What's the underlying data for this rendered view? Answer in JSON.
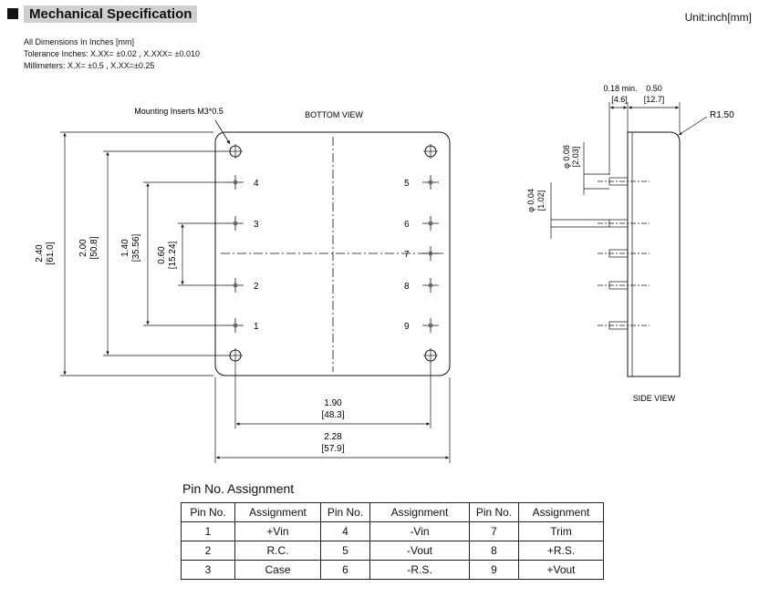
{
  "header": {
    "title": "Mechanical Specification",
    "unit": "Unit:inch[mm]"
  },
  "notes": [
    "All Dimensions In Inches [mm]",
    "Tolerance  Inches: X.XX= ±0.02 , X.XXX= ±0.010",
    "Millimeters: X.X= ±0.5 , X.XX=±0.25"
  ],
  "bottom_view": {
    "title": "BOTTOM VIEW",
    "mounting_label": "Mounting Inserts M3*0.5",
    "pin_labels_left": [
      "4",
      "3",
      "2",
      "1"
    ],
    "pin_labels_right": [
      "5",
      "6",
      "7",
      "8",
      "9"
    ],
    "dims": {
      "h_total": "2.40",
      "h_total_mm": "[61.0]",
      "h_mount": "2.00",
      "h_mount_mm": "[50.8]",
      "h_pin": "1.40",
      "h_pin_mm": "[35.56]",
      "h_inner": "0.60",
      "h_inner_mm": "[15.24]",
      "w_mount": "1.90",
      "w_mount_mm": "[48.3]",
      "w_total": "2.28",
      "w_total_mm": "[57.9]"
    }
  },
  "side_view": {
    "title": "SIDE VIEW",
    "dim_pin_len": "0.18 min.",
    "dim_pin_len_mm": "[4.6]",
    "dim_height": "0.50",
    "dim_height_mm": "[12.7]",
    "radius": "R1.50",
    "dia_large": "φ 0.08",
    "dia_large_mm": "[2.03]",
    "dia_small": "φ 0.04",
    "dia_small_mm": "[1.02]"
  },
  "pin_table": {
    "title": "Pin No.  Assignment",
    "headers": [
      "Pin No.",
      "Assignment",
      "Pin No.",
      "Assignment",
      "Pin No.",
      "Assignment"
    ],
    "rows": [
      [
        "1",
        "+Vin",
        "4",
        "-Vin",
        "7",
        "Trim"
      ],
      [
        "2",
        "R.C.",
        "5",
        "-Vout",
        "8",
        "+R.S."
      ],
      [
        "3",
        "Case",
        "6",
        "-R.S.",
        "9",
        "+Vout"
      ]
    ]
  }
}
